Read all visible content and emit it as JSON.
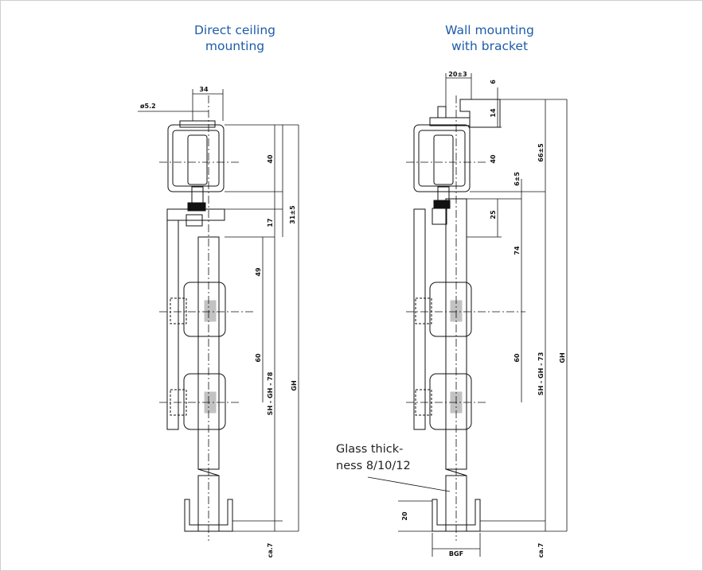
{
  "left_title": {
    "line1": "Direct ceiling",
    "line2": "mounting"
  },
  "right_title": {
    "line1": "Wall mounting",
    "line2": "with bracket"
  },
  "callout": {
    "line1": "Glass thick-",
    "line2": "ness 8/10/12"
  },
  "left_dims": {
    "width": "34",
    "hole": "ø5.2",
    "rail_h": "40",
    "gap": "31±5",
    "top_off": "17",
    "to_roller1": "49",
    "roller_pitch": "60",
    "sh": "SH - GH - 78",
    "gh": "GH",
    "bottom": "ca.7"
  },
  "right_dims": {
    "bracket_w": "20±3",
    "b6": "6",
    "b14": "14",
    "rail_h": "40",
    "gap": "6±5",
    "top_off": "25",
    "to_roller1": "74",
    "roller_pitch": "60",
    "overall": "66±5",
    "sh": "SH - GH - 73",
    "gh": "GH",
    "guide_h": "20",
    "bgf": "BGF",
    "bottom": "ca.7"
  }
}
